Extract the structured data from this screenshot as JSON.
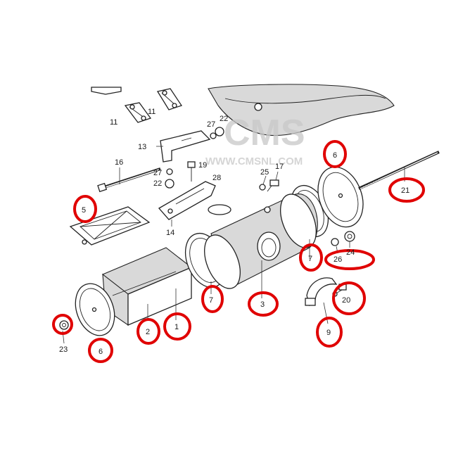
{
  "watermark": {
    "brand": "CMS",
    "url": "WWW.CMSNL.COM"
  },
  "colors": {
    "highlight": "#e00000",
    "linework": "#222222"
  },
  "part_labels": {
    "p1": "1",
    "p2": "2",
    "p3": "3",
    "p5": "5",
    "p6a": "6",
    "p6b": "6",
    "p7a": "7",
    "p7b": "7",
    "p9": "9",
    "p11a": "11",
    "p11b": "11",
    "p13": "13",
    "p14": "14",
    "p16": "16",
    "p17": "17",
    "p19": "19",
    "p20": "20",
    "p21": "21",
    "p22a": "22",
    "p22b": "22",
    "p23": "23",
    "p24": "24",
    "p25": "25",
    "p26": "26",
    "p27a": "27",
    "p27b": "27",
    "p28": "28"
  }
}
